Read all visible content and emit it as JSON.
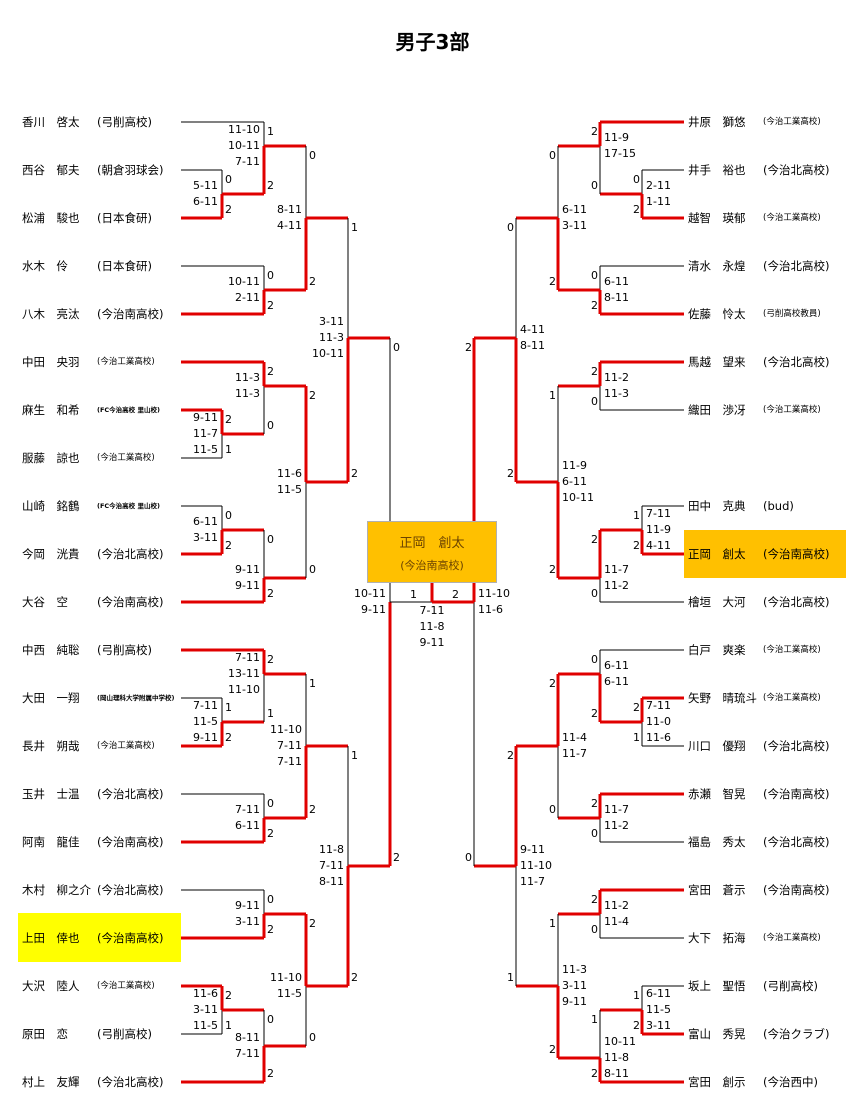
{
  "title": "男子3部",
  "colors": {
    "win_line": "#e00000",
    "champion_bg": "#ffc000",
    "highlight": "#ffff00"
  },
  "champion": {
    "name": "正岡　創太",
    "school": "(今治南高校)"
  },
  "left_players": [
    {
      "name": "香川　啓太",
      "school": "(弓削高校)"
    },
    {
      "name": "西谷　郁夫",
      "school": "(朝倉羽球会)"
    },
    {
      "name": "松浦　駿也",
      "school": "(日本食研)"
    },
    {
      "name": "水木　伶",
      "school": "(日本食研)"
    },
    {
      "name": "八木　亮汰",
      "school": "(今治南高校)"
    },
    {
      "name": "中田　央羽",
      "school": "(今治工業高校)"
    },
    {
      "name": "麻生　和希",
      "school": "(FC今治高校 里山校)"
    },
    {
      "name": "服藤　諒也",
      "school": "(今治工業高校)"
    },
    {
      "name": "山崎　銘鶴",
      "school": "(FC今治高校 里山校)"
    },
    {
      "name": "今岡　洸貴",
      "school": "(今治北高校)"
    },
    {
      "name": "大谷　空",
      "school": "(今治南高校)"
    },
    {
      "name": "中西　純聡",
      "school": "(弓削高校)"
    },
    {
      "name": "大田　一翔",
      "school": "(岡山理科大学附属中学校)"
    },
    {
      "name": "長井　朔哉",
      "school": "(今治工業高校)"
    },
    {
      "name": "玉井　士温",
      "school": "(今治北高校)"
    },
    {
      "name": "阿南　龍佳",
      "school": "(今治南高校)"
    },
    {
      "name": "木村　柳之介",
      "school": "(今治北高校)"
    },
    {
      "name": "上田　倖也",
      "school": "(今治南高校)"
    },
    {
      "name": "大沢　陸人",
      "school": "(今治工業高校)"
    },
    {
      "name": "原田　恋",
      "school": "(弓削高校)"
    },
    {
      "name": "村上　友輝",
      "school": "(今治北高校)"
    }
  ],
  "right_players": [
    {
      "name": "井原　獅悠",
      "school": "(今治工業高校)"
    },
    {
      "name": "井手　裕也",
      "school": "(今治北高校)"
    },
    {
      "name": "越智　瑛郁",
      "school": "(今治工業高校)"
    },
    {
      "name": "清水　永煌",
      "school": "(今治北高校)"
    },
    {
      "name": "佐藤　怜太",
      "school": "(弓削高校教員)"
    },
    {
      "name": "馬越　望来",
      "school": "(今治北高校)"
    },
    {
      "name": "織田　渉冴",
      "school": "(今治工業高校)"
    },
    {
      "name": "田中　克典",
      "school": "(bud)"
    },
    {
      "name": "正岡　創太",
      "school": "(今治南高校)"
    },
    {
      "name": "檜垣　大河",
      "school": "(今治北高校)"
    },
    {
      "name": "白戸　爽楽",
      "school": "(今治工業高校)"
    },
    {
      "name": "矢野　晴琉斗",
      "school": "(今治工業高校)"
    },
    {
      "name": "川口　優翔",
      "school": "(今治北高校)"
    },
    {
      "name": "赤瀬　智晃",
      "school": "(今治南高校)"
    },
    {
      "name": "福島　秀太",
      "school": "(今治北高校)"
    },
    {
      "name": "宮田　蒼示",
      "school": "(今治南高校)"
    },
    {
      "name": "大下　拓海",
      "school": "(今治工業高校)"
    },
    {
      "name": "坂上　聖悟",
      "school": "(弓削高校)"
    },
    {
      "name": "富山　秀晃",
      "school": "(今治クラブ)"
    },
    {
      "name": "宮田　創示",
      "school": "(今治西中)"
    }
  ],
  "left_matches": [
    {
      "scores": [
        "5-11",
        "6-11"
      ],
      "sets": [
        "0",
        "2"
      ]
    },
    {
      "scores": [
        "11-10",
        "10-11",
        "7-11"
      ],
      "sets": [
        "1",
        "2"
      ]
    },
    {
      "scores": [
        "10-11",
        "2-11"
      ],
      "sets": [
        "0",
        "2"
      ]
    },
    {
      "scores": [
        "8-11",
        "4-11"
      ],
      "sets": [
        "0",
        "2"
      ]
    },
    {
      "scores": [
        "9-11",
        "11-7",
        "11-5"
      ],
      "sets": [
        "2",
        "1"
      ]
    },
    {
      "scores": [
        "11-3",
        "11-3"
      ],
      "sets": [
        "2",
        "0"
      ]
    },
    {
      "scores": [
        "6-11",
        "3-11"
      ],
      "sets": [
        "0",
        "2"
      ]
    },
    {
      "scores": [
        "9-11",
        "9-11"
      ],
      "sets": [
        "0",
        "2"
      ]
    },
    {
      "scores": [
        "11-6",
        "11-5"
      ],
      "sets": [
        "2",
        "0"
      ]
    },
    {
      "scores": [
        "3-11",
        "11-3",
        "10-11"
      ],
      "sets": [
        "1",
        "2"
      ]
    },
    {
      "scores": [
        "7-11",
        "11-5",
        "9-11"
      ],
      "sets": [
        "1",
        "2"
      ]
    },
    {
      "scores": [
        "7-11",
        "13-11",
        "11-10"
      ],
      "sets": [
        "2",
        "1"
      ]
    },
    {
      "scores": [
        "7-11",
        "6-11"
      ],
      "sets": [
        "0",
        "2"
      ]
    },
    {
      "scores": [
        "11-10",
        "7-11",
        "7-11"
      ],
      "sets": [
        "1",
        "2"
      ]
    },
    {
      "scores": [
        "9-11",
        "3-11"
      ],
      "sets": [
        "0",
        "2"
      ]
    },
    {
      "scores": [
        "11-6",
        "3-11",
        "11-5"
      ],
      "sets": [
        "2",
        "1"
      ]
    },
    {
      "scores": [
        "8-11",
        "7-11"
      ],
      "sets": [
        "0",
        "2"
      ]
    },
    {
      "scores": [
        "11-10",
        "11-5"
      ],
      "sets": [
        "2",
        "0"
      ]
    },
    {
      "scores": [
        "11-8",
        "7-11",
        "8-11"
      ],
      "sets": [
        "1",
        "2"
      ]
    },
    {
      "scores": [
        "10-11",
        "9-11"
      ],
      "sets": [
        "0",
        "2"
      ]
    }
  ],
  "right_matches": [
    {
      "scores": [
        "2-11",
        "1-11"
      ],
      "sets": [
        "0",
        "2"
      ]
    },
    {
      "scores": [
        "11-9",
        "17-15"
      ],
      "sets": [
        "2",
        "0"
      ]
    },
    {
      "scores": [
        "6-11",
        "8-11"
      ],
      "sets": [
        "0",
        "2"
      ]
    },
    {
      "scores": [
        "6-11",
        "3-11"
      ],
      "sets": [
        "0",
        "2"
      ]
    },
    {
      "scores": [
        "11-2",
        "11-3"
      ],
      "sets": [
        "2",
        "0"
      ]
    },
    {
      "scores": [
        "7-11",
        "11-9",
        "4-11"
      ],
      "sets": [
        "1",
        "2"
      ]
    },
    {
      "scores": [
        "11-7",
        "11-2"
      ],
      "sets": [
        "2",
        "0"
      ]
    },
    {
      "scores": [
        "11-9",
        "6-11",
        "10-11"
      ],
      "sets": [
        "1",
        "2"
      ]
    },
    {
      "scores": [
        "4-11",
        "8-11"
      ],
      "sets": [
        "0",
        "2"
      ]
    },
    {
      "scores": [
        "7-11",
        "11-0",
        "11-6"
      ],
      "sets": [
        "2",
        "1"
      ]
    },
    {
      "scores": [
        "6-11",
        "6-11"
      ],
      "sets": [
        "0",
        "2"
      ]
    },
    {
      "scores": [
        "11-7",
        "11-2"
      ],
      "sets": [
        "2",
        "0"
      ]
    },
    {
      "scores": [
        "11-4",
        "11-7"
      ],
      "sets": [
        "2",
        "0"
      ]
    },
    {
      "scores": [
        "11-2",
        "11-4"
      ],
      "sets": [
        "2",
        "0"
      ]
    },
    {
      "scores": [
        "6-11",
        "11-5",
        "3-11"
      ],
      "sets": [
        "1",
        "2"
      ]
    },
    {
      "scores": [
        "10-11",
        "11-8",
        "8-11"
      ],
      "sets": [
        "1",
        "2"
      ]
    },
    {
      "scores": [
        "11-3",
        "3-11",
        "9-11"
      ],
      "sets": [
        "1",
        "2"
      ]
    },
    {
      "scores": [
        "9-11",
        "11-10",
        "11-7"
      ],
      "sets": [
        "2",
        "1"
      ]
    },
    {
      "scores": [
        "11-10",
        "11-6"
      ],
      "sets": [
        "2",
        "0"
      ]
    }
  ],
  "final": {
    "scores": [
      "7-11",
      "11-8",
      "9-11"
    ],
    "sets": [
      "1",
      "2"
    ]
  }
}
